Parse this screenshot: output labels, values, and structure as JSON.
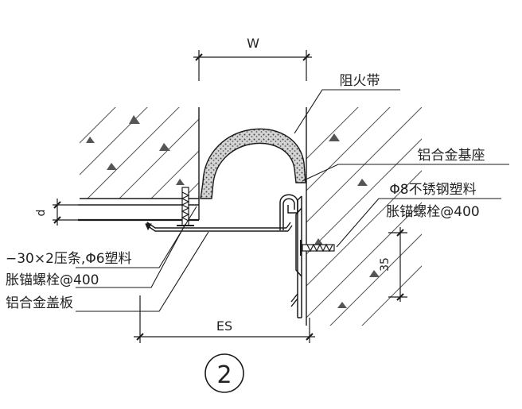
{
  "dimensions": {
    "width_label": "W",
    "depth_label": "d",
    "expansion_label": "ES",
    "offset_label": "35"
  },
  "labels": {
    "fire_strip": "阻火带",
    "aluminum_base": "铝合金基座",
    "bolt_right_line1": "Φ8不锈钢塑料",
    "bolt_right_line2": "胀锚螺栓@400",
    "strip_left_line1": "−30×2压条,Φ6塑料",
    "strip_left_line2": "胀锚螺栓@400",
    "cover_plate": "铝合金盖板"
  },
  "detail_number": "2",
  "colors": {
    "line": "#1a1a1a",
    "fill_strip": "#cfcfcf",
    "text": "#222222"
  }
}
